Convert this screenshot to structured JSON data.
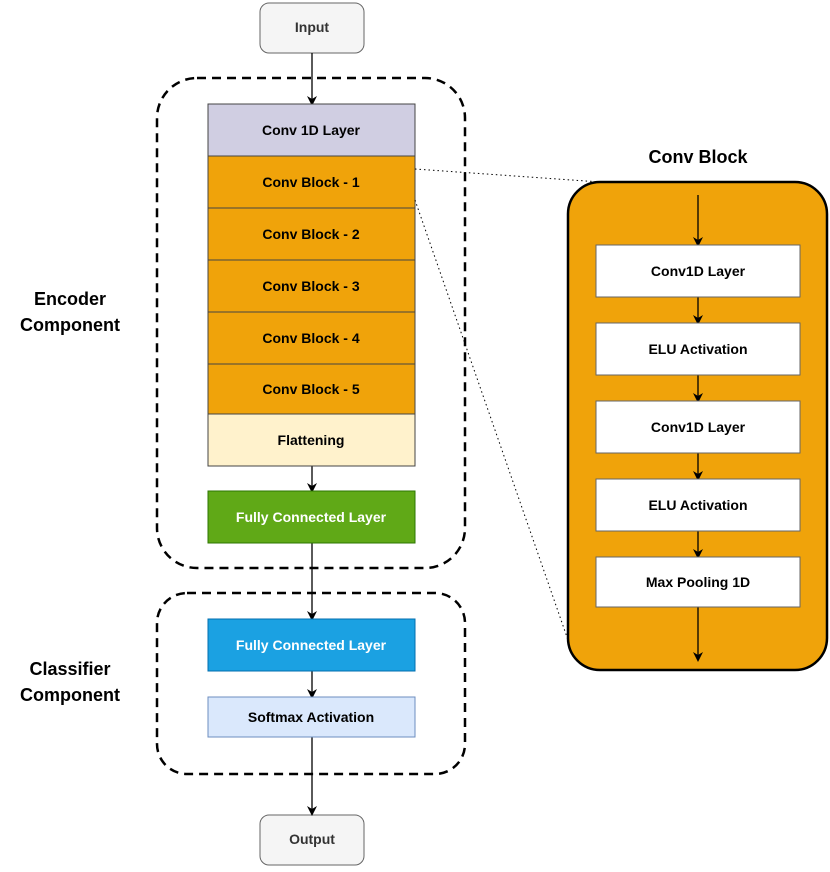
{
  "io": {
    "input": "Input",
    "output": "Output"
  },
  "encoder": {
    "label_line1": "Encoder",
    "label_line2": "Component",
    "layers": [
      {
        "label": "Conv 1D Layer",
        "color": "#d0cee2"
      },
      {
        "label": "Conv Block - 1",
        "color": "#f0a30a"
      },
      {
        "label": "Conv Block - 2",
        "color": "#f0a30a"
      },
      {
        "label": "Conv Block - 3",
        "color": "#f0a30a"
      },
      {
        "label": "Conv Block - 4",
        "color": "#f0a30a"
      },
      {
        "label": "Conv Block - 5",
        "color": "#f0a30a"
      },
      {
        "label": "Flattening",
        "color": "#fff2cc"
      }
    ],
    "fc": {
      "label": "Fully Connected Layer",
      "color": "#60a917"
    }
  },
  "classifier": {
    "label_line1": "Classifier",
    "label_line2": "Component",
    "fc": {
      "label": "Fully Connected Layer",
      "color": "#1ba1e2"
    },
    "softmax": {
      "label": "Softmax Activation",
      "color": "#dae8fc"
    }
  },
  "conv_block": {
    "title": "Conv Block",
    "color": "#f0a30a",
    "steps": [
      "Conv1D Layer",
      "ELU Activation",
      "Conv1D Layer",
      "ELU Activation",
      "Max Pooling 1D"
    ]
  }
}
